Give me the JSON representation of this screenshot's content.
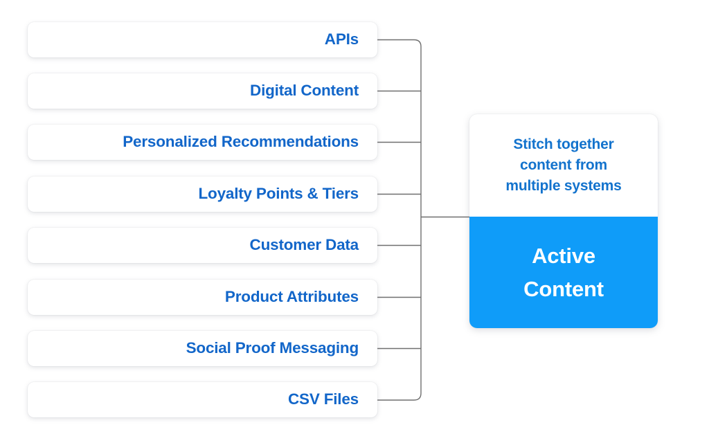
{
  "diagram": {
    "type": "flow-convergence",
    "background_color": "#ffffff",
    "accent_color": "#0f9cf9",
    "label_color": "#1266c9",
    "connector_color": "#6f6f6f",
    "sources": [
      {
        "label": "APIs"
      },
      {
        "label": "Digital Content"
      },
      {
        "label": "Personalized Recommendations"
      },
      {
        "label": "Loyalty Points & Tiers"
      },
      {
        "label": "Customer Data"
      },
      {
        "label": "Product Attributes"
      },
      {
        "label": "Social Proof Messaging"
      },
      {
        "label": "CSV Files"
      }
    ],
    "target": {
      "caption_lines": [
        "Stitch together",
        "content from",
        "multiple systems"
      ],
      "caption": "Stitch together content from multiple systems",
      "title_lines": [
        "Active",
        "Content"
      ],
      "title": "Active Content",
      "caption_color": "#1373cd",
      "title_color": "#ffffff",
      "title_background": "#0f9cf9"
    }
  }
}
